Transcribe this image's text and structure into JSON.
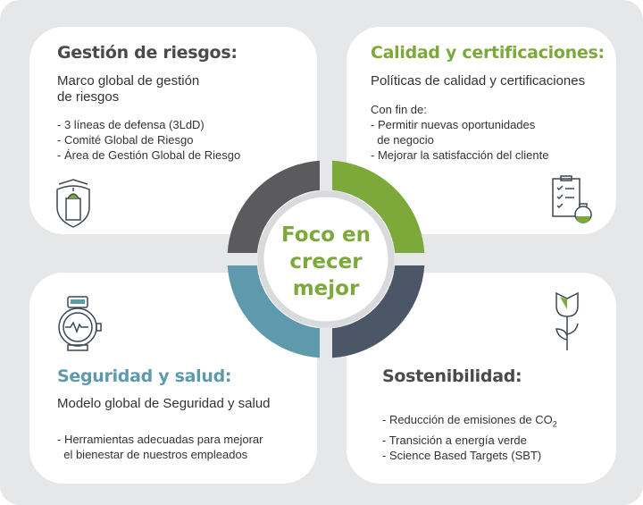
{
  "center": {
    "lines": [
      "Foco en",
      "crecer",
      "mejor"
    ]
  },
  "colors": {
    "risk": "#5b5b5d",
    "quality": "#7da93a",
    "safety": "#5e9aab",
    "sustain": "#4b5666"
  },
  "quadrants": [
    {
      "title": "Gestión de riesgos:",
      "subtitle": [
        "Marco global de gestión",
        "de riesgos"
      ],
      "items": [
        "- 3 líneas de defensa (3LdD)",
        "- Comité Global de Riesgo",
        "- Área de Gestión Global de Riesgo"
      ],
      "icon": "shield-building-icon"
    },
    {
      "title": "Calidad y certificaciones:",
      "subtitle": [
        "Políticas de calidad y certificaciones"
      ],
      "intro": "Con fin de:",
      "items": [
        "- Permitir nuevas oportunidades",
        "  de negocio",
        "- Mejorar la satisfacción del cliente"
      ],
      "icon": "clipboard-checklist-icon"
    },
    {
      "title": "Seguridad y salud:",
      "subtitle": [
        "Modelo global de Seguridad y salud"
      ],
      "items": [
        "- Herramientas adecuadas para mejorar",
        "  el bienestar de nuestros empleados"
      ],
      "icon": "smartwatch-heartbeat-icon"
    },
    {
      "title": "Sostenibilidad:",
      "items": [
        "- Reducción de emisiones de CO",
        "- Transición a energía verde",
        "- Science Based Targets (SBT)"
      ],
      "co2_subscript": "2",
      "icon": "tulip-flower-icon"
    }
  ]
}
